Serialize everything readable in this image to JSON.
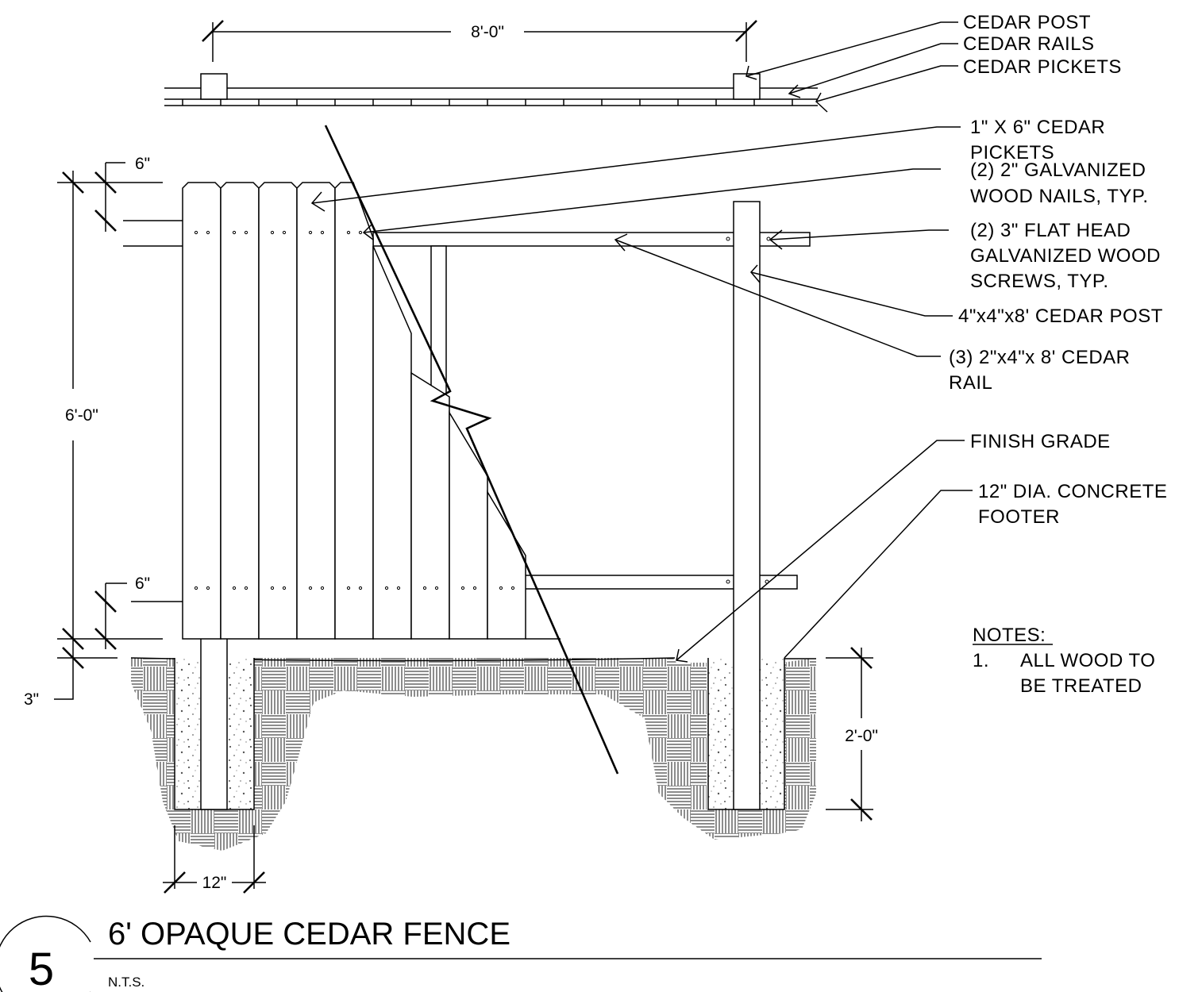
{
  "plan_labels": {
    "post": "CEDAR POST",
    "rails": "CEDAR RAILS",
    "pickets": "CEDAR PICKETS"
  },
  "callouts": [
    {
      "line1": "1\" X 6\" CEDAR",
      "line2": "PICKETS"
    },
    {
      "line1": "(2)  2\" GALVANIZED",
      "line2": "WOOD NAILS, TYP."
    },
    {
      "line1": "(2)  3\" FLAT HEAD",
      "line2": "GALVANIZED WOOD",
      "line3": "SCREWS, TYP."
    },
    {
      "line1": "4\"x4\"x8' CEDAR POST"
    },
    {
      "line1": "(3)  2\"x4\"x 8' CEDAR",
      "line2": "RAIL"
    },
    {
      "line1": "FINISH GRADE"
    },
    {
      "line1": "12\" DIA. CONCRETE",
      "line2": "FOOTER"
    }
  ],
  "notes": {
    "heading": "NOTES:",
    "number": "1.",
    "line1": "ALL WOOD TO",
    "line2": "BE TREATED"
  },
  "dimensions": {
    "post_spacing": "8'-0\"",
    "top_offset": "6\"",
    "bottom_offset": "6\"",
    "fence_height": "6'-0\"",
    "ground_clearance": "3\"",
    "footer_depth": "2'-0\"",
    "footer_diameter": "12\""
  },
  "title_block": {
    "number": "5",
    "title": "6' OPAQUE CEDAR FENCE",
    "scale": "N.T.S."
  }
}
